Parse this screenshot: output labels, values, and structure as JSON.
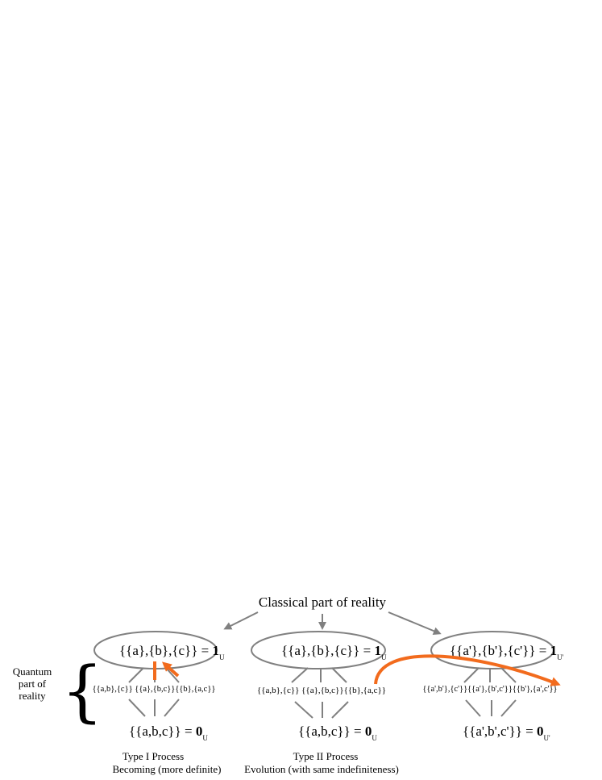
{
  "title": "Classical part of reality",
  "side_label": [
    "Quantum",
    "part of",
    "reality"
  ],
  "lattices": [
    {
      "top_text": "{{a},{b},{c}} = ",
      "top_one": "1",
      "top_sub": "U",
      "mid_text": "{{a,b},{c}} {{a},{b,c}}{{b},{a,c}}",
      "bottom_text": "{{a,b,c}} = ",
      "bottom_zero": "0",
      "bottom_sub": "U"
    },
    {
      "top_text": "{{a},{b},{c}} = ",
      "top_one": "1",
      "top_sub": "U",
      "mid_text": "{{a,b},{c}} {{a},{b,c}}{{b},{a,c}}",
      "bottom_text": "{{a,b,c}} = ",
      "bottom_zero": "0",
      "bottom_sub": "U"
    },
    {
      "top_text": "{{a'},{b'},{c'}} = ",
      "top_one": "1",
      "top_sub": "U'",
      "mid_text": "{{a',b'},{c'}}{{a'},{b',c'}}{{b'},{a',c'}}",
      "bottom_text": "{{a',b',c'}} = ",
      "bottom_zero": "0",
      "bottom_sub": "U'"
    }
  ],
  "captions": {
    "type1_title": "Type I Process",
    "type1_desc": "Becoming (more definite)",
    "type2_title": "Type II Process",
    "type2_desc": "Evolution (with same indefiniteness)"
  },
  "colors": {
    "arrow_gray": "#808080",
    "arrow_orange": "#F26B1D"
  }
}
